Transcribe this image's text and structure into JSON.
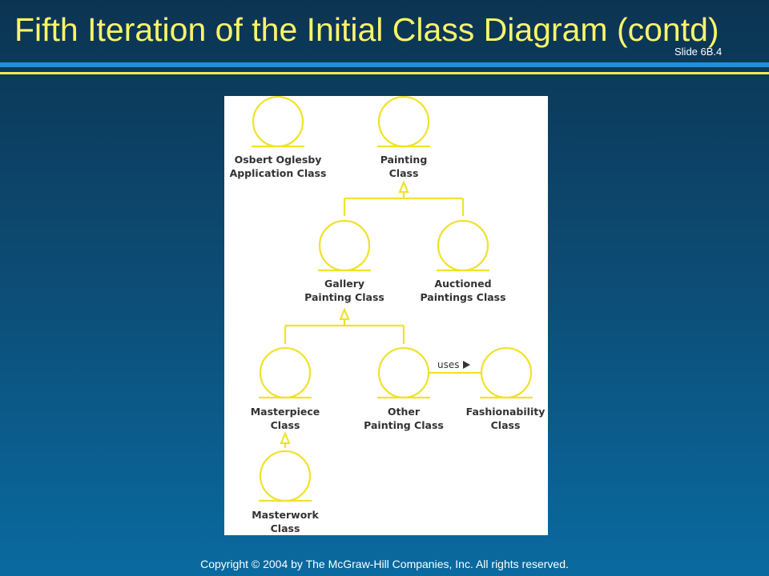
{
  "slide": {
    "title": "Fifth Iteration of the Initial Class Diagram (contd)",
    "slide_number": "Slide 6B.4",
    "copyright": "Copyright © 2004 by The McGraw-Hill Companies, Inc.  All rights reserved."
  },
  "colors": {
    "title": "#fbf46a",
    "accent_blue": "#1f8fe0",
    "accent_yellow": "#f4ea50",
    "class_symbol": "#f0e22a"
  },
  "diagram": {
    "classes": {
      "osbert": {
        "line1": "Osbert Oglesby",
        "line2": "Application Class"
      },
      "painting": {
        "line1": "Painting",
        "line2": "Class"
      },
      "gallery": {
        "line1": "Gallery",
        "line2": "Painting Class"
      },
      "auctioned": {
        "line1": "Auctioned",
        "line2": "Paintings Class"
      },
      "masterpiece": {
        "line1": "Masterpiece",
        "line2": "Class"
      },
      "other": {
        "line1": "Other",
        "line2": "Painting Class"
      },
      "fashionability": {
        "line1": "Fashionability",
        "line2": "Class"
      },
      "masterwork": {
        "line1": "Masterwork",
        "line2": "Class"
      }
    },
    "association": {
      "label": "uses"
    }
  }
}
